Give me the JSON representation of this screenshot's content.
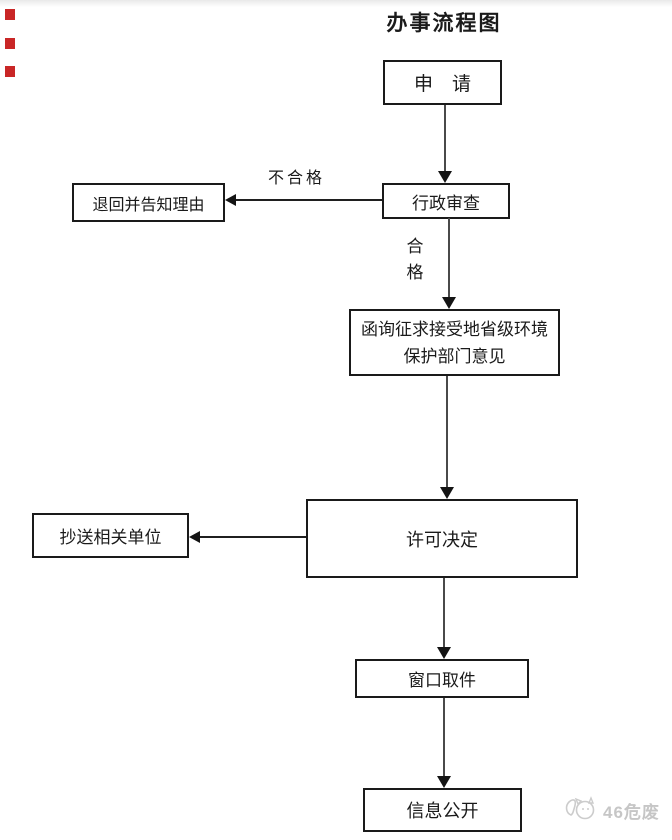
{
  "page": {
    "title": "办事流程图"
  },
  "flowchart": {
    "nodes": [
      {
        "id": "apply",
        "label": "申　请"
      },
      {
        "id": "review",
        "label": "行政审查"
      },
      {
        "id": "return",
        "label": "退回并告知理由"
      },
      {
        "id": "consult",
        "label": "函询征求接受地省级环境保护部门意见"
      },
      {
        "id": "decision",
        "label": "许可决定"
      },
      {
        "id": "copy",
        "label": "抄送相关单位"
      },
      {
        "id": "pickup",
        "label": "窗口取件"
      },
      {
        "id": "publish",
        "label": "信息公开"
      }
    ],
    "edge_labels": {
      "fail": "不合格",
      "pass_char1": "合",
      "pass_char2": "格"
    },
    "flow": [
      "apply -> review",
      "review -(不合格)-> return",
      "review -(合格)-> consult",
      "consult -> decision",
      "decision -> copy",
      "decision -> pickup",
      "pickup -> publish"
    ]
  },
  "watermark": {
    "text": "46危废",
    "color": "#c6c6c6"
  },
  "colors": {
    "box_border": "#1a1a1a",
    "arrow_line": "#4a4a4a",
    "arrow_head": "#141414",
    "red_margin_mark": "#c00000",
    "background": "#ffffff"
  }
}
